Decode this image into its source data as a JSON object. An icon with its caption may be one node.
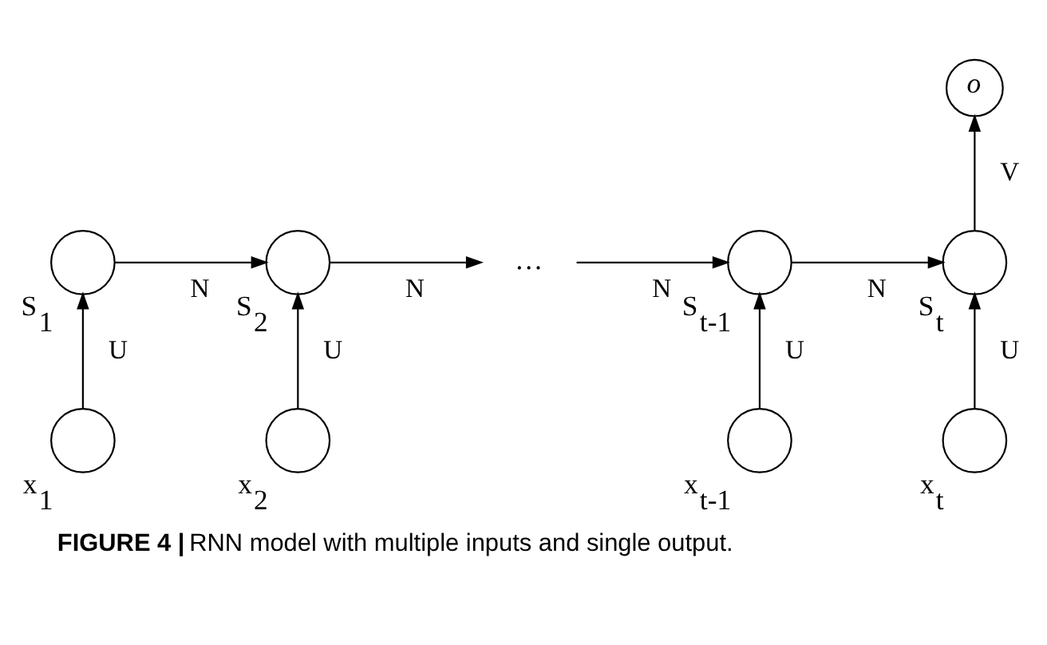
{
  "diagram": {
    "caption": "**FIGURE 4 |** RNN model with multiple inputs and single output.",
    "nodes": [
      {
        "text": [],
        "shape": "circle",
        "beside": [
          "S$_{1}$"
        ]
      },
      {
        "text": [],
        "shape": "circle",
        "beside": [
          "S$_{2}$"
        ]
      },
      {
        "text": [
          "…"
        ]
      },
      {
        "text": [],
        "shape": "circle",
        "beside": [
          "S$_{t-1}$"
        ]
      },
      {
        "text": [],
        "shape": "circle",
        "beside": [
          "S$_{t}$"
        ]
      },
      {
        "text": [
          "o"
        ]
      },
      {
        "text": [],
        "shape": "circle",
        "beside": [
          "x$_{1}$"
        ]
      },
      {
        "text": [],
        "shape": "circle",
        "beside": [
          "x$_{2}$"
        ]
      },
      {
        "text": [],
        "shape": "circle",
        "beside": [
          "x$_{t-1}$"
        ]
      },
      {
        "text": [],
        "shape": "circle",
        "beside": [
          "x$_{t}$"
        ]
      }
    ],
    "edges": [
      {
        "from": 0,
        "to": 1,
        "arrow": "to",
        "label": "N"
      },
      {
        "from": 1,
        "to": 2,
        "arrow": "to",
        "label": "N"
      },
      {
        "from": 2,
        "to": 3,
        "arrow": "to",
        "label": "N"
      },
      {
        "from": 3,
        "to": 4,
        "arrow": "to",
        "label": "N"
      },
      {
        "from": 4,
        "to": 5,
        "arrow": "to",
        "label": "V"
      },
      {
        "from": 6,
        "to": 0,
        "arrow": "to",
        "label": "U"
      },
      {
        "from": 7,
        "to": 1,
        "arrow": "to",
        "label": "U"
      },
      {
        "from": 8,
        "to": 3,
        "arrow": "to",
        "label": "U"
      },
      {
        "from": 9,
        "to": 4,
        "arrow": "to",
        "label": "U"
      }
    ]
  }
}
